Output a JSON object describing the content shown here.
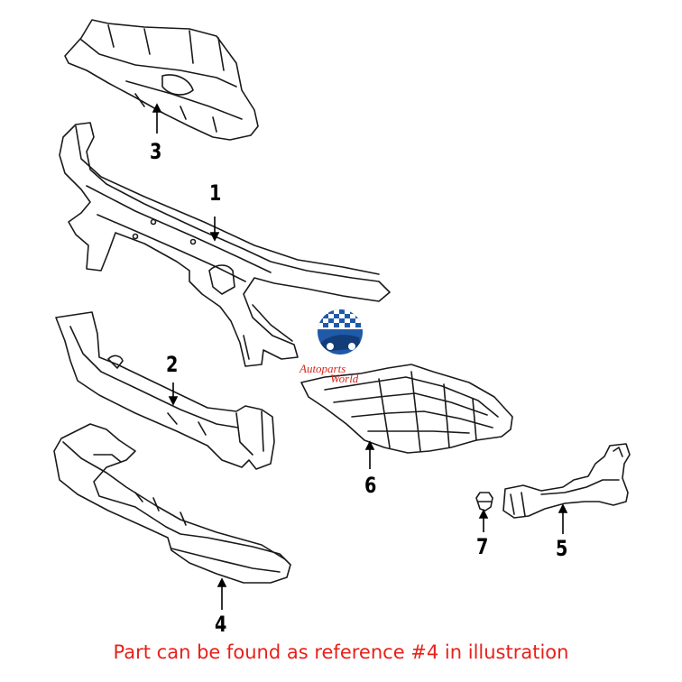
{
  "callouts": [
    {
      "id": "1",
      "label": "1"
    },
    {
      "id": "2",
      "label": "2"
    },
    {
      "id": "3",
      "label": "3"
    },
    {
      "id": "4",
      "label": "4"
    },
    {
      "id": "5",
      "label": "5"
    },
    {
      "id": "6",
      "label": "6"
    },
    {
      "id": "7",
      "label": "7"
    }
  ],
  "watermark": {
    "line1": "Autoparts",
    "line2": "World"
  },
  "caption": {
    "text": "Part can be found as reference #4 in illustration",
    "color": "#e8201a"
  },
  "colors": {
    "line": "#1a1a1a",
    "logo_blue": "#1f5aa8",
    "logo_red": "#d6281f"
  }
}
